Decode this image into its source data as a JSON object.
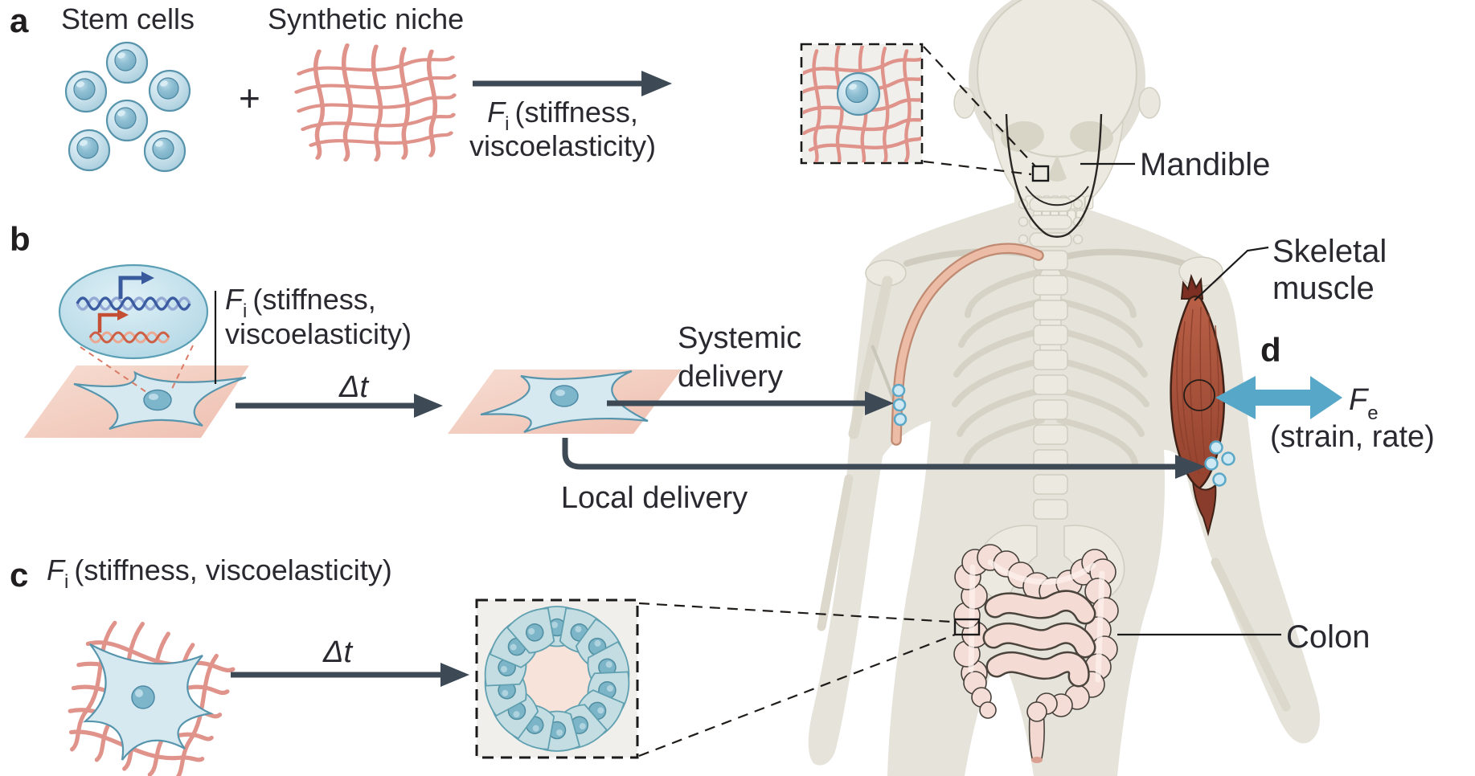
{
  "panels": {
    "a": {
      "label": "a",
      "stem_cells": "Stem cells",
      "plus": "+",
      "synthetic_niche": "Synthetic niche",
      "force": {
        "symbol": "F",
        "sub": "i",
        "line1": "(stiffness,",
        "line2": "viscoelasticity)"
      },
      "mandible": "Mandible"
    },
    "b": {
      "label": "b",
      "force": {
        "symbol": "F",
        "sub": "i",
        "line1": "(stiffness,",
        "line2": "viscoelasticity)"
      },
      "delta_t": "Δt",
      "systemic1": "Systemic",
      "systemic2": "delivery",
      "local": "Local delivery"
    },
    "c": {
      "label": "c",
      "force": {
        "symbol": "F",
        "sub": "i",
        "args": "(stiffness, viscoelasticity)"
      },
      "delta_t": "Δt",
      "colon": "Colon"
    },
    "d": {
      "label": "d",
      "skeletal1": "Skeletal",
      "skeletal2": "muscle",
      "force": {
        "symbol": "F",
        "sub": "e",
        "args": "(strain, rate)"
      }
    }
  },
  "colors": {
    "arrow_dark": "#3d4a55",
    "fiber_salmon": "#e0938a",
    "cell_border_blue": "#5794ac",
    "accent_blue_arrow": "#57a7c8",
    "muscle_red": "#a85138",
    "substrate_pink": "#f3cdc0",
    "body_gray": "#e5e3da",
    "vein_salmon": "#ecbca7",
    "dna_blue": "#3c5ca2",
    "dna_red": "#cd5f45",
    "colon_pink": "#f5ddd7"
  }
}
